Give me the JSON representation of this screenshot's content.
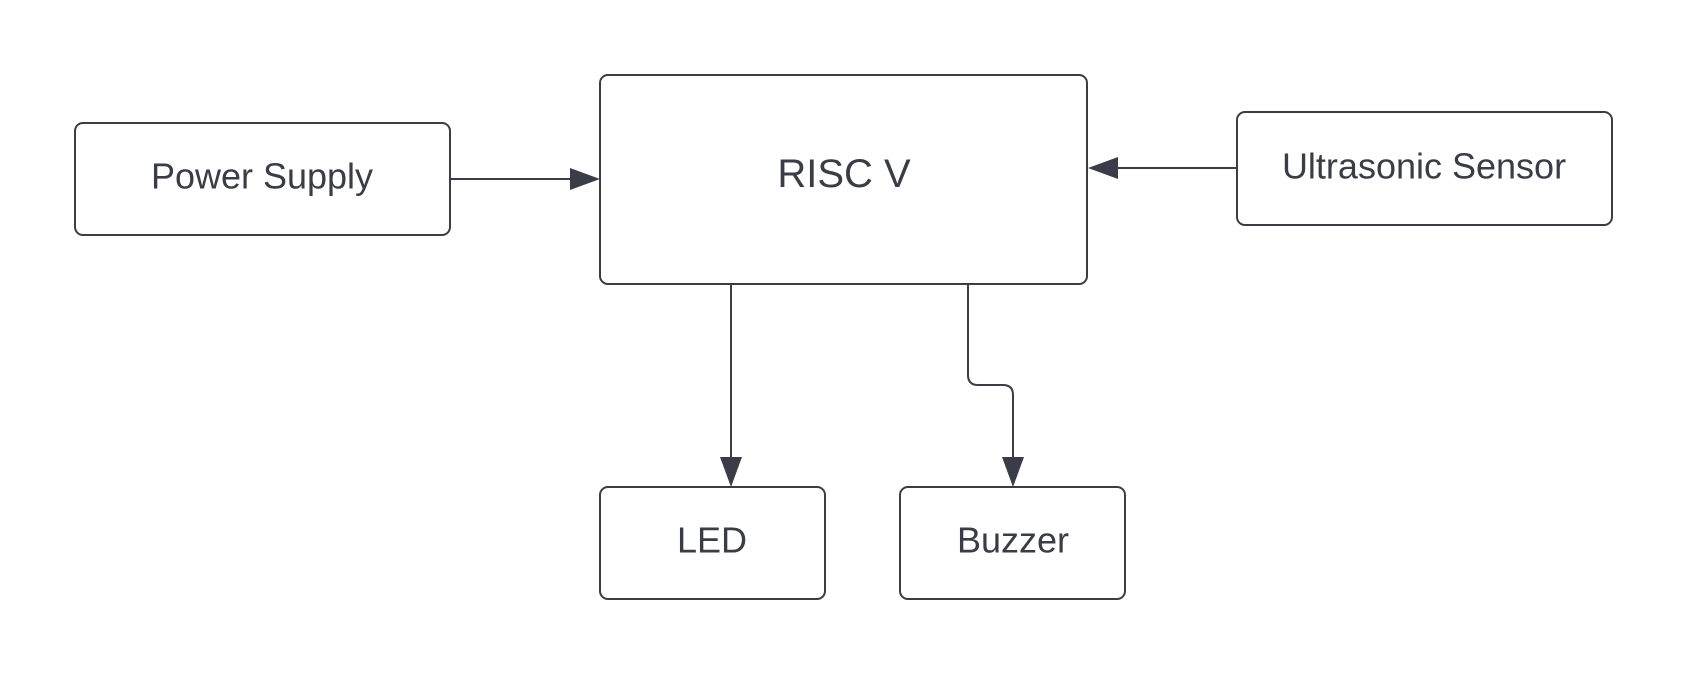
{
  "colors": {
    "stroke": "#3a3d47",
    "text": "#3a3d47",
    "background": "#ffffff"
  },
  "nodes": {
    "power_supply": {
      "label": "Power Supply"
    },
    "risc_v": {
      "label": "RISC V"
    },
    "ultrasonic_sensor": {
      "label": "Ultrasonic Sensor"
    },
    "led": {
      "label": "LED"
    },
    "buzzer": {
      "label": "Buzzer"
    }
  },
  "edges": [
    {
      "from": "power_supply",
      "to": "risc_v"
    },
    {
      "from": "ultrasonic_sensor",
      "to": "risc_v"
    },
    {
      "from": "risc_v",
      "to": "led"
    },
    {
      "from": "risc_v",
      "to": "buzzer"
    }
  ]
}
